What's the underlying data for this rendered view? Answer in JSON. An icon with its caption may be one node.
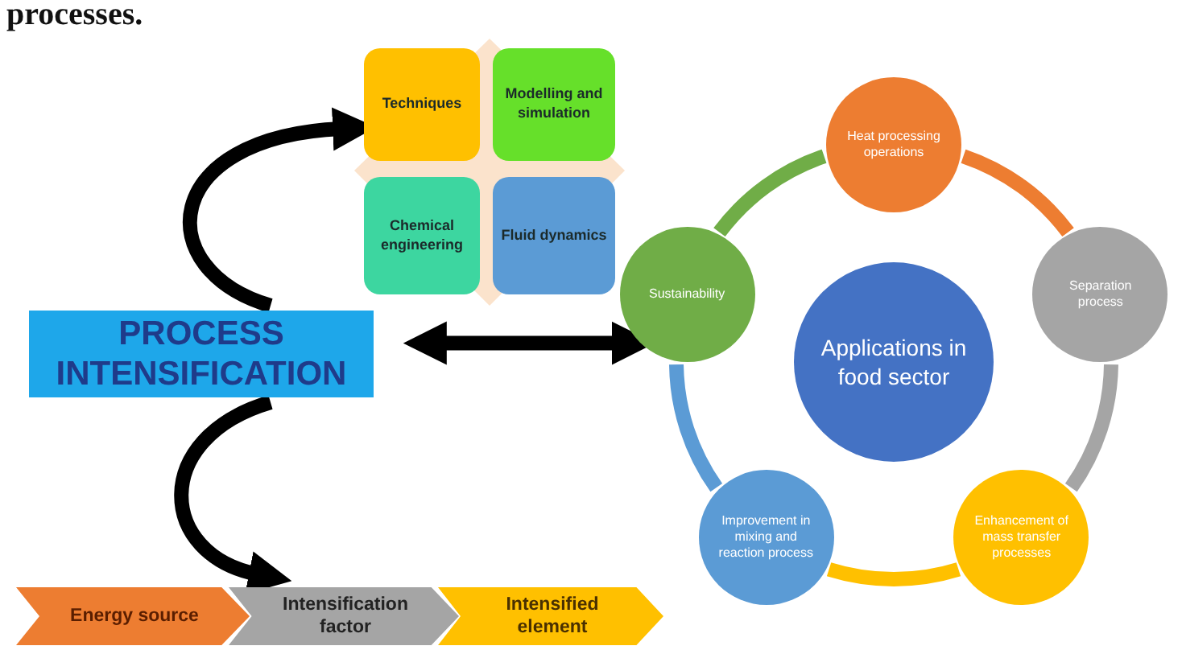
{
  "diagram": {
    "nodes": [
      {
        "text": [
          "PROCESS INTENSIFICATION"
        ]
      },
      {
        "text": [
          "Techniques"
        ]
      },
      {
        "text": [
          "Modelling and simulation"
        ]
      },
      {
        "text": [
          "Chemical engineering"
        ]
      },
      {
        "text": [
          "Fluid dynamics"
        ]
      },
      {
        "text": [
          "Applications in food sector"
        ]
      },
      {
        "text": [
          "Heat processing operations"
        ]
      },
      {
        "text": [
          "Separation process"
        ]
      },
      {
        "text": [
          "Enhancement of mass transfer processes"
        ]
      },
      {
        "text": [
          "Improvement in mixing and reaction process"
        ]
      },
      {
        "text": [
          "Sustainability"
        ]
      },
      {
        "text": [
          "Energy source"
        ]
      },
      {
        "text": [
          "Intensification factor"
        ]
      },
      {
        "text": [
          "Intensified element"
        ]
      }
    ],
    "edges": [
      {
        "from": 0,
        "to": 1,
        "arrow": "to"
      },
      {
        "from": 0,
        "to": 11,
        "arrow": "to"
      },
      {
        "from": 0,
        "to": 10,
        "arrow": "both"
      },
      {
        "from": 6,
        "to": 7,
        "arrow": "none",
        "color": "#ed7d31"
      },
      {
        "from": 7,
        "to": 8,
        "arrow": "none",
        "color": "#a5a5a5"
      },
      {
        "from": 8,
        "to": 9,
        "arrow": "none",
        "color": "#ffc000"
      },
      {
        "from": 9,
        "to": 10,
        "arrow": "none",
        "color": "#5b9bd5"
      },
      {
        "from": 10,
        "to": 6,
        "arrow": "none",
        "color": "#70ad47"
      }
    ],
    "labels": [
      "processes."
    ]
  }
}
